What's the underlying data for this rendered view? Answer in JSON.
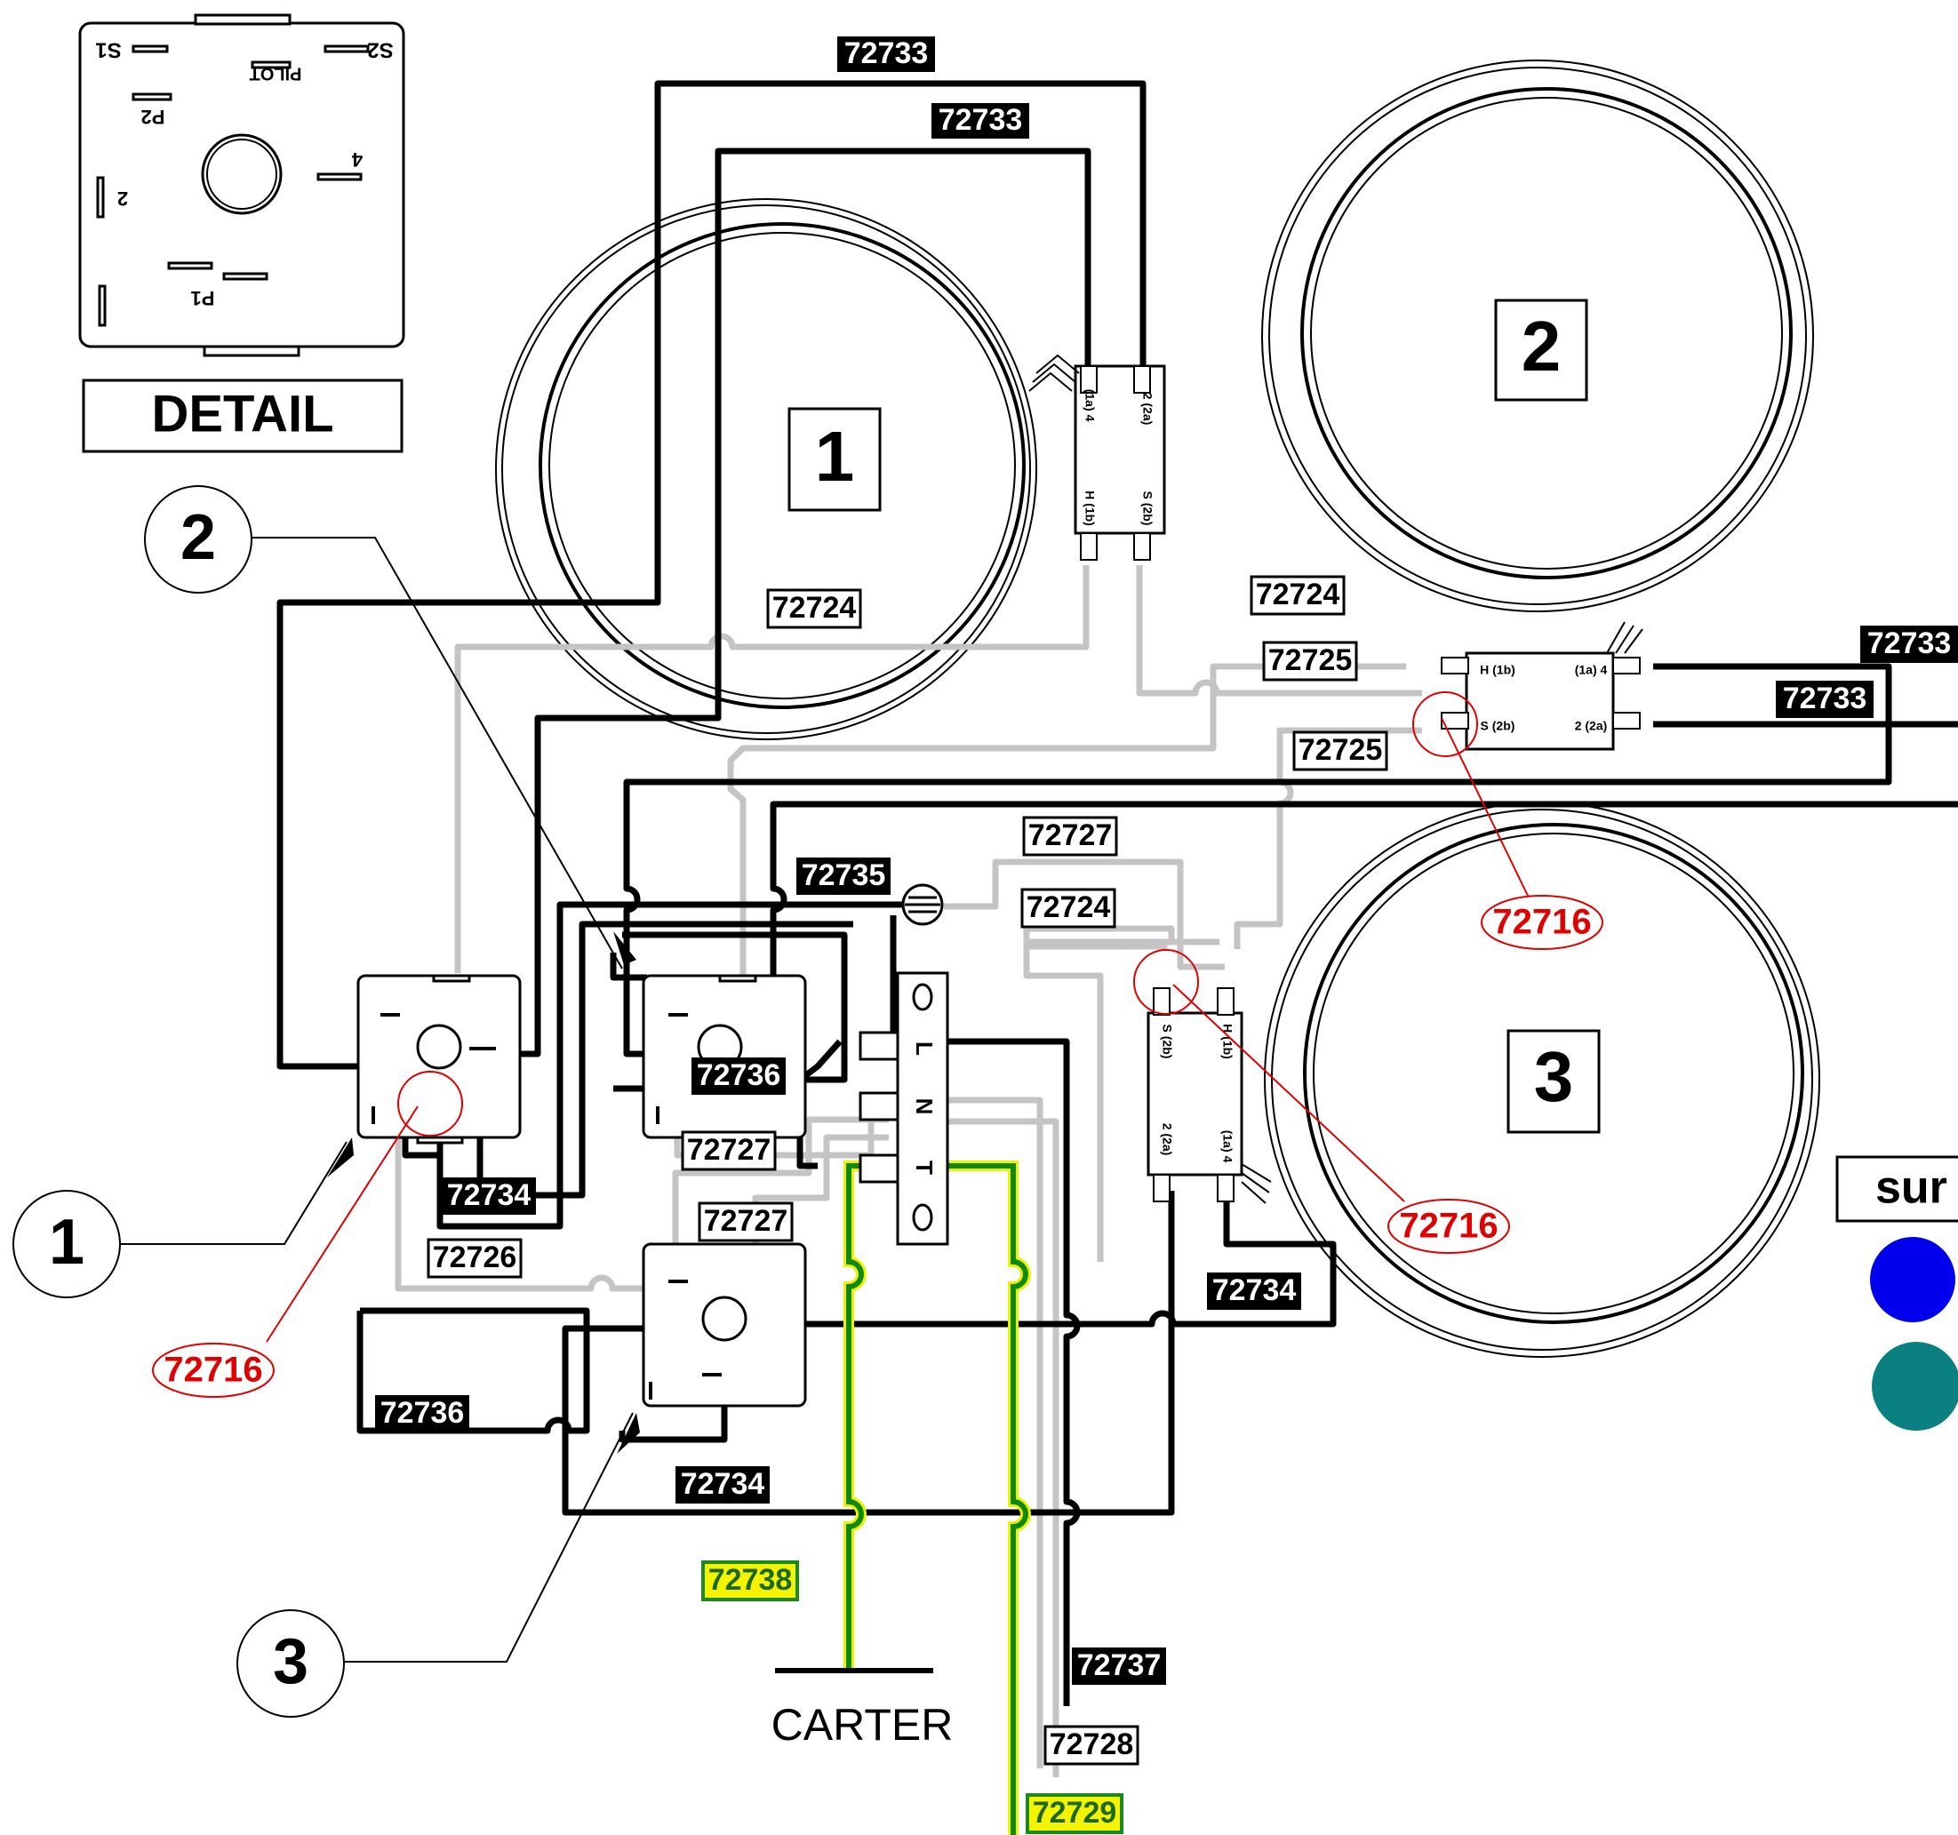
{
  "detail_title": "DETAIL",
  "detail_pins": {
    "s1": "S1",
    "s2": "S2",
    "pilot": "PILOT",
    "p2": "P2",
    "p1": "P1",
    "t4": "4",
    "t2": "2"
  },
  "burners": [
    {
      "number": "1"
    },
    {
      "number": "2"
    },
    {
      "number": "3"
    }
  ],
  "callouts": [
    {
      "number": "1"
    },
    {
      "number": "2"
    },
    {
      "number": "3"
    }
  ],
  "switch_pins": {
    "h1b": "H (1b)",
    "s2b": "S (2b)",
    "t1a4": "(1a) 4",
    "t22a": "2 (2a)"
  },
  "terminal_block": {
    "l": "L",
    "n": "N",
    "t": "T"
  },
  "ground_label": "CARTER",
  "legend_partial": "sur",
  "wire_labels": {
    "w72733a": "72733",
    "w72733b": "72733",
    "w72733c": "72733",
    "w72733d": "72733",
    "w72724a": "72724",
    "w72724b": "72724",
    "w72724c": "72724",
    "w72725a": "72725",
    "w72725b": "72725",
    "w72727a": "72727",
    "w72727b": "72727",
    "w72727c": "72727",
    "w72735": "72735",
    "w72736a": "72736",
    "w72736b": "72736",
    "w72734a": "72734",
    "w72734b": "72734",
    "w72734c": "72734",
    "w72726": "72726",
    "w72737": "72737",
    "w72728": "72728",
    "w72738": "72738",
    "w72729": "72729"
  },
  "part_callouts": {
    "p72716a": "72716",
    "p72716b": "72716",
    "p72716c": "72716"
  },
  "colors": {
    "wire_black": "#000000",
    "wire_gray": "#c4c4c4",
    "wire_green": "#0d8a0d",
    "wire_yellow": "#f0f000",
    "callout_red": "#e00000",
    "dot_blue": "#0000ee",
    "dot_teal": "#0a8080"
  }
}
